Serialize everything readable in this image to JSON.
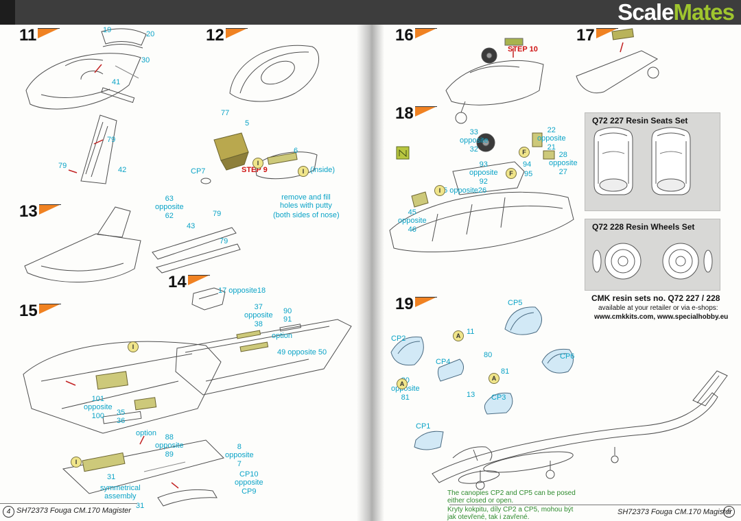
{
  "logo": {
    "part1": "Scale",
    "part2": "Mates"
  },
  "footer": {
    "left_page_number": "4",
    "left_title": "SH72373 Fouga CM.170 Magister",
    "right_title": "SH72373 Fouga CM.170 Magister",
    "right_page_number": "5"
  },
  "steps": {
    "s11": {
      "num": "11",
      "labels": [
        "19",
        "20",
        "30",
        "41",
        "79",
        "79",
        "42"
      ]
    },
    "s12": {
      "num": "12",
      "labels": [
        "77",
        "5",
        "CP7",
        "6"
      ],
      "step_ref": "STEP 9",
      "inside_note": "(inside)",
      "putty_note": "remove and fill\nholes with putty",
      "nose_note": "(both sides of nose)"
    },
    "s13": {
      "num": "13",
      "labels": [
        "63\nopposite\n62",
        "43",
        "79",
        "79"
      ]
    },
    "s14": {
      "num": "14",
      "labels": [
        "17 opposite18",
        "37\nopposite\n38",
        "90\n91",
        "option",
        "49 opposite 50"
      ]
    },
    "s15": {
      "num": "15",
      "labels": [
        "101\nopposite\n100",
        "35\n36",
        "option",
        "88\nopposite\n89",
        "8\nopposite\n7",
        "CP10\nopposite\nCP9",
        "31",
        "31"
      ],
      "note": "symmetrical\nassembly"
    },
    "s16": {
      "num": "16",
      "step_ref": "STEP 10"
    },
    "s17": {
      "num": "17"
    },
    "s18": {
      "num": "18",
      "labels": [
        "33\nopposite\n32",
        "22\nopposite\n21",
        "28\nopposite\n27",
        "93\nopposite\n92",
        "94",
        "95",
        "25 opposite26",
        "45\nopposite\n46"
      ]
    },
    "s19": {
      "num": "19",
      "labels": [
        "CP5",
        "CP2",
        "11",
        "CP4",
        "80",
        "81",
        "CP6",
        "80\nopposite\n81",
        "13",
        "CP3",
        "CP1"
      ],
      "note_en": "The canopies CP2 and CP5 can be posed\neither closed or open.",
      "note_cz": "Kryty kokpitu, díly CP2 a CP5, mohou být\njak otevřené, tak i zavřené."
    }
  },
  "resin": {
    "seats_title": "Q72 227 Resin Seats Set",
    "wheels_title": "Q72 228 Resin Wheels Set",
    "cmk_line1": "CMK resin sets no. Q72 227 / 228",
    "cmk_line2": "available at your retailer or via e-shops:",
    "cmk_line3": "www.cmkkits.com, www.specialhobby.eu"
  },
  "glue_symbols": [
    "I",
    "I",
    "I",
    "I",
    "I",
    "F",
    "F",
    "A",
    "A",
    "A"
  ]
}
